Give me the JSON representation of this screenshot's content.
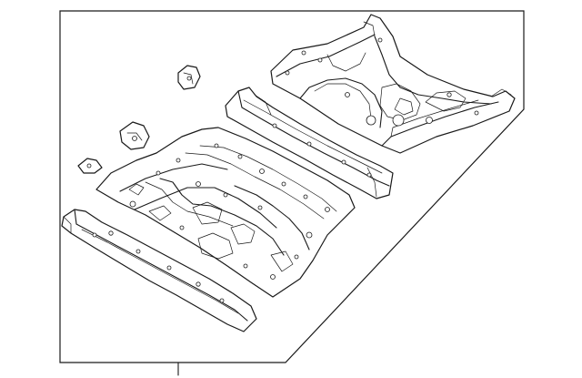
{
  "diagram": {
    "line_color": "#1a1a1a",
    "background_color": "#ffffff",
    "parts": [
      "rear-floor-pan",
      "front-floor-pan",
      "crossmember-rear",
      "crossmember-front",
      "small-bracket-left",
      "small-bracket-mid",
      "small-bracket-top"
    ]
  }
}
